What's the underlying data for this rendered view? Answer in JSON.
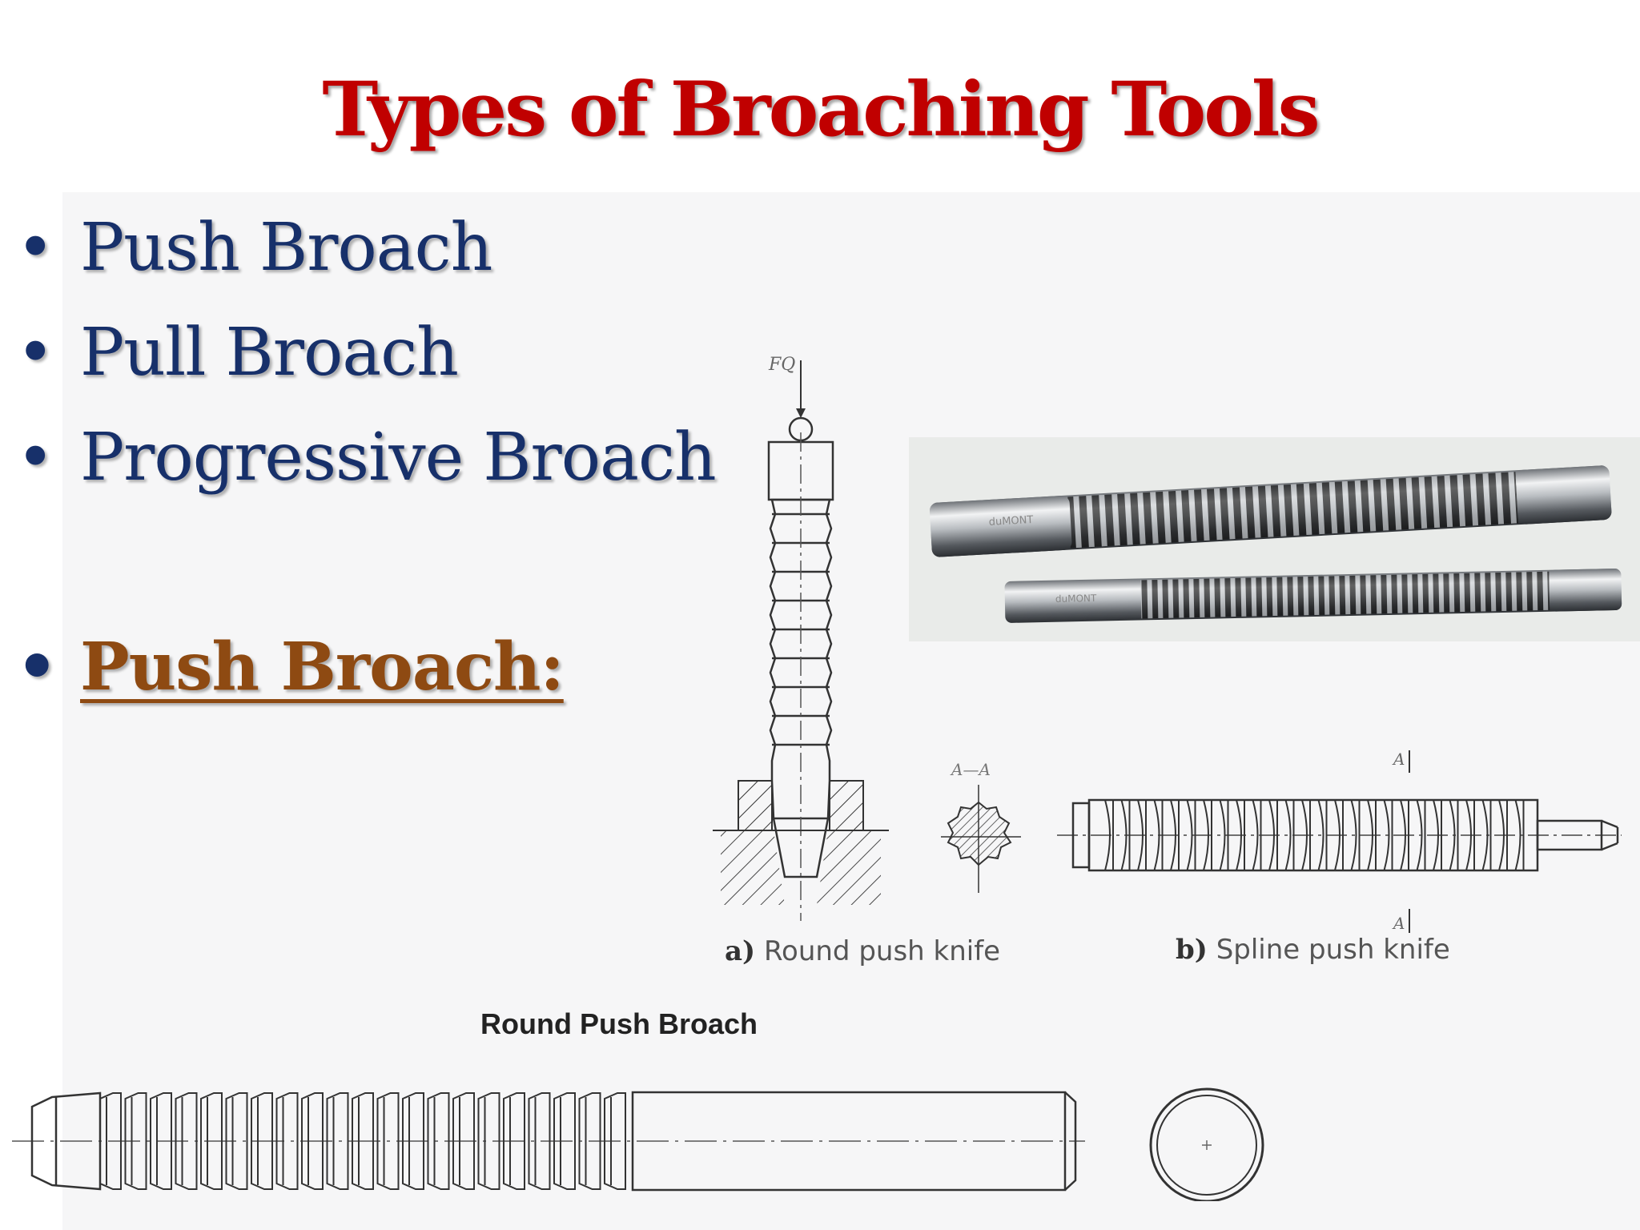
{
  "slide": {
    "title": "Types of Broaching Tools",
    "bullets": [
      {
        "symbol": "•",
        "text": "Push Broach"
      },
      {
        "symbol": "•",
        "text": "Pull Broach"
      },
      {
        "symbol": "•",
        "text": "Progressive Broach"
      }
    ],
    "subheading": {
      "symbol": "•",
      "text": "Push Broach:"
    }
  },
  "figure_round_spline": {
    "force_label": "FQ",
    "section_label": "A—A",
    "section_marker_top": "A",
    "section_marker_bottom": "A",
    "caption_a_letter": "a)",
    "caption_a_text": "Round push knife",
    "caption_b_letter": "b)",
    "caption_b_text": "Spline push knife"
  },
  "photo": {
    "brand_top": "duMONT",
    "brand_bottom": "duMONT"
  },
  "drawing_round": {
    "title": "Round Push Broach"
  },
  "colors": {
    "title": "#c00000",
    "bullet_text": "#17306a",
    "subheading": "#8e4a12"
  }
}
